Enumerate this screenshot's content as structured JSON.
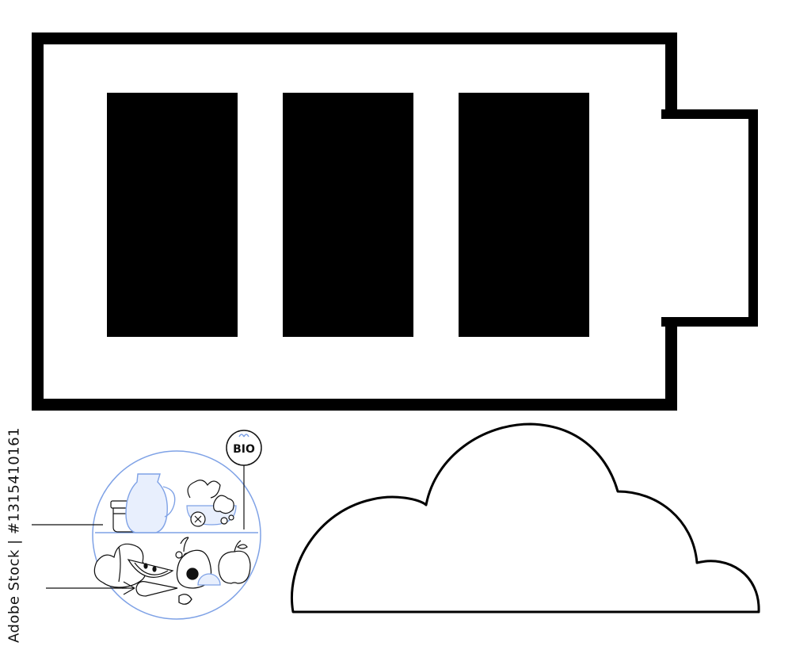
{
  "battery": {
    "level_fraction": 1.0,
    "cells_filled": 3,
    "cells_total": 3,
    "icon": "battery-full-icon"
  },
  "food_illustration": {
    "icon": "organic-food-bowl-icon",
    "badge_text": "BIO",
    "accent_color": "#7fa2e6"
  },
  "cloud": {
    "icon": "cloud-icon"
  },
  "side_stamp": {
    "text": "Adobe Stock | #1315410161"
  },
  "colors": {
    "stroke": "#000000",
    "background": "#ffffff"
  }
}
